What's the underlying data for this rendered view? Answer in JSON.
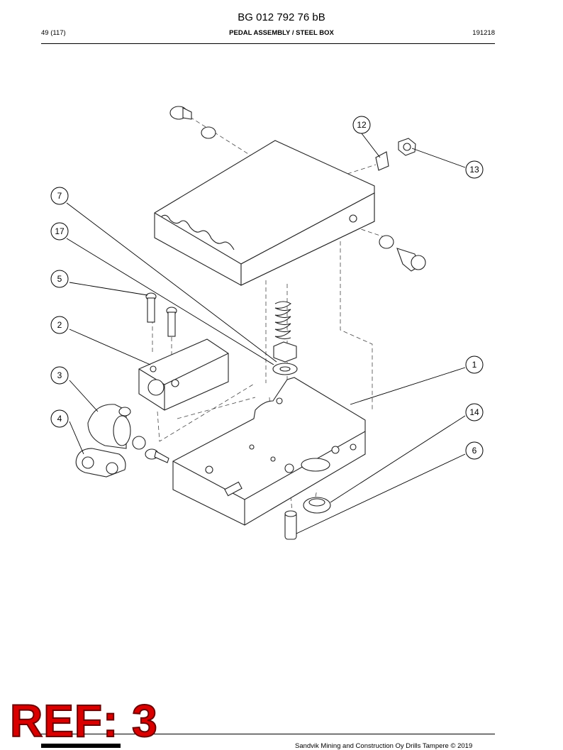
{
  "document": {
    "title": "BG 012 792 76 bB",
    "page": "49 (117)",
    "section_title": "PEDAL ASSEMBLY / STEEL BOX",
    "date_code": "191218"
  },
  "callouts": [
    "12",
    "13",
    "7",
    "17",
    "5",
    "2",
    "3",
    "4",
    "1",
    "14",
    "6"
  ],
  "stamp": {
    "text": "REF: 3",
    "color": "#d90000"
  },
  "footer": {
    "copyright": "Sandvik Mining and Construction Oy Drills Tampere © 2019"
  }
}
